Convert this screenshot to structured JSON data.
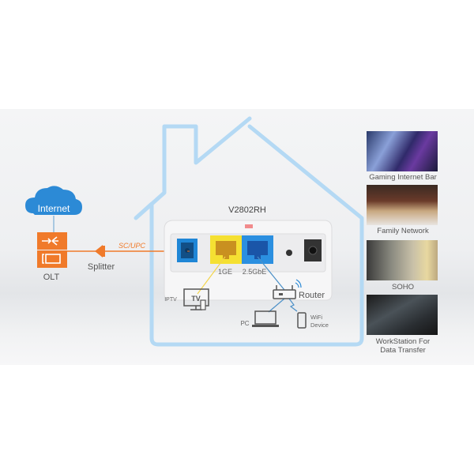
{
  "diagram": {
    "product_model": "V2802RH",
    "colors": {
      "house_outline": "#aed6f2",
      "fiber_line": "#f07a2a",
      "olt_orange": "#f07a2a",
      "cloud_blue": "#2c8ad6",
      "port_fiber": "#1f86d6",
      "port_1ge": "#f5e032",
      "port_25gbe": "#2b8fe0",
      "text_gray": "#555555"
    },
    "network_side": {
      "cloud_label": "Internet",
      "olt_label": "OLT",
      "splitter_label": "Splitter",
      "connector_label": "SC/UPC"
    },
    "ports": {
      "port_1_label": "1GE",
      "port_2_label": "2.5GbE"
    },
    "home_devices": {
      "iptv_label": "IPTV",
      "tv_label": "TV",
      "router_label": "Router",
      "pc_label": "PC",
      "wifi_label_line1": "WiFi",
      "wifi_label_line2": "Device"
    },
    "scenarios": [
      {
        "label": "Gaming Internet Bar",
        "icon": "gaming-photo"
      },
      {
        "label": "Family Network",
        "icon": "family-photo"
      },
      {
        "label": "SOHO",
        "icon": "soho-photo"
      },
      {
        "label": "WorkStation For",
        "label_line2": "Data Transfer",
        "icon": "workstation-photo"
      }
    ]
  }
}
